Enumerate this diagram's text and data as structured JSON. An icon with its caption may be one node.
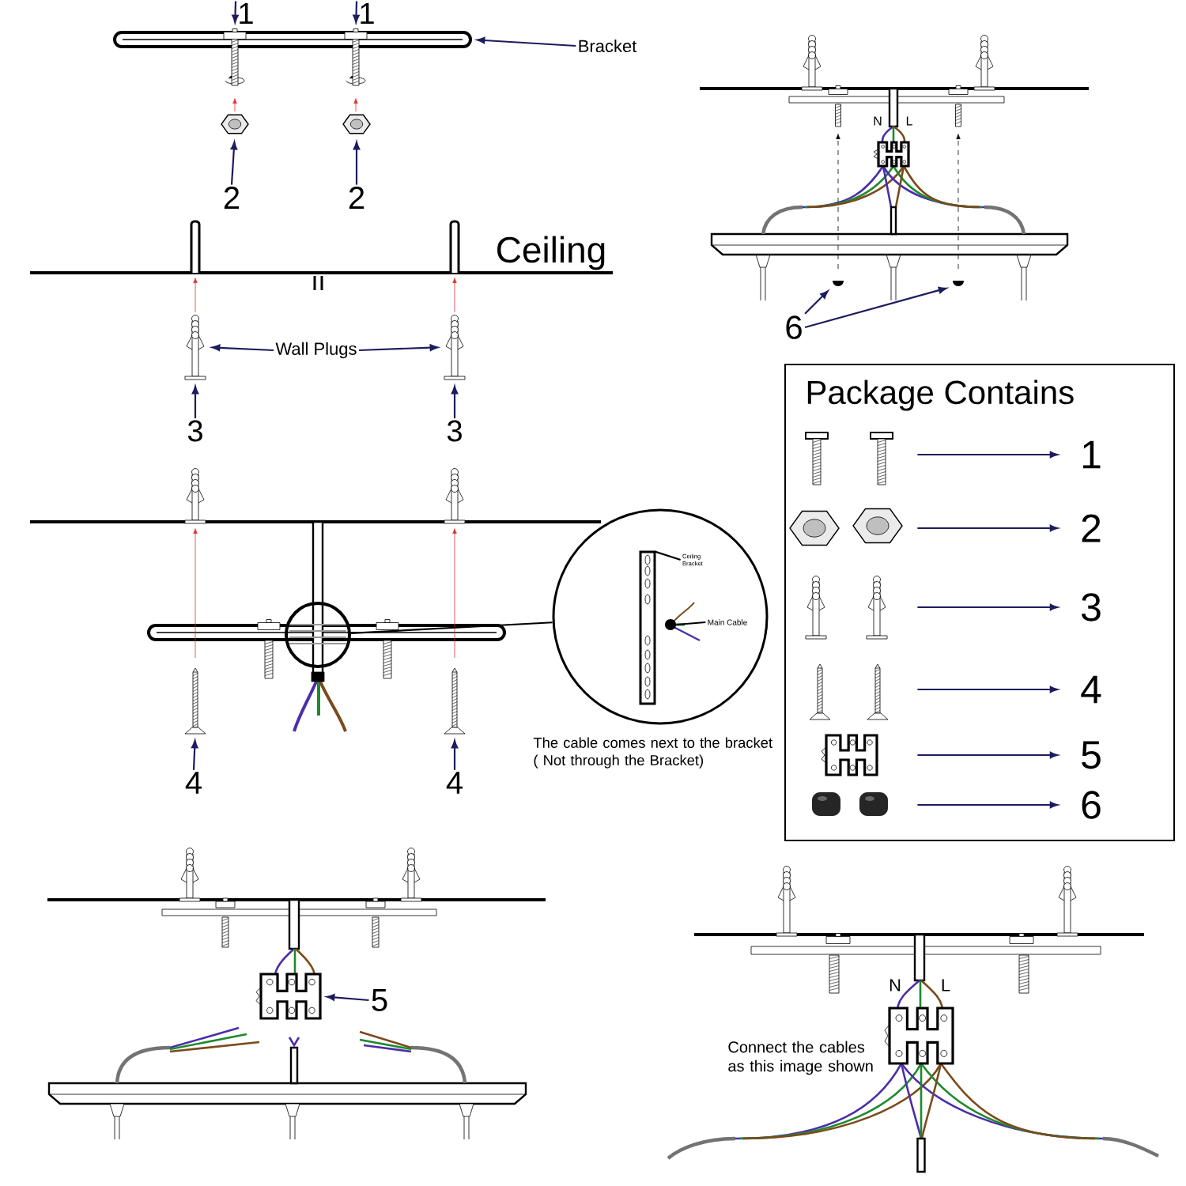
{
  "diagram": {
    "nodes": [
      {
        "text": [
          "1"
        ]
      },
      {
        "text": [
          "1"
        ]
      },
      {
        "text": [
          "Bracket"
        ]
      },
      {
        "text": [
          "2"
        ]
      },
      {
        "text": [
          "2"
        ]
      },
      {
        "text": [
          "3"
        ]
      },
      {
        "text": [
          "Wall Plugs"
        ]
      },
      {
        "text": [
          "3"
        ]
      },
      {
        "text": [],
        "shape": "circle"
      },
      {
        "text": [],
        "shape": "circle"
      },
      {
        "text": [
          "Ceiling Bracket"
        ],
        "in": 9
      },
      {
        "text": [
          "Main Cable"
        ],
        "in": 9
      },
      {
        "text": [
          "4"
        ]
      },
      {
        "text": [
          "4"
        ]
      },
      {
        "text": [
          "Package Contains"
        ]
      },
      {
        "text": [],
        "shape": "picture",
        "in": 14
      },
      {
        "text": [],
        "shape": "picture",
        "in": 14
      },
      {
        "text": [],
        "shape": "picture",
        "in": 14
      },
      {
        "text": [],
        "shape": "picture",
        "in": 14
      },
      {
        "text": [],
        "shape": "picture",
        "in": 14
      },
      {
        "text": [],
        "shape": "picture",
        "in": 14
      },
      {
        "text": [
          "1"
        ],
        "in": 14
      },
      {
        "text": [
          "2"
        ],
        "in": 14
      },
      {
        "text": [
          "3"
        ],
        "in": 14
      },
      {
        "text": [
          "4"
        ],
        "in": 14
      },
      {
        "text": [
          "5"
        ],
        "in": 14
      },
      {
        "text": [
          "6"
        ],
        "in": 14
      },
      {
        "text": [
          "6"
        ]
      },
      {
        "text": [
          "5"
        ]
      },
      {
        "text": [],
        "shape": "picture"
      },
      {
        "text": [],
        "shape": "picture"
      },
      {
        "text": [],
        "shape": "picture"
      },
      {
        "text": [],
        "shape": "picture"
      },
      {
        "text": [],
        "shape": "picture"
      },
      {
        "text": [],
        "shape": "picture"
      },
      {
        "text": [],
        "shape": "picture"
      },
      {
        "text": [],
        "shape": "picture"
      },
      {
        "text": [],
        "shape": "picture"
      },
      {
        "text": [],
        "shape": "picture"
      },
      {
        "text": [],
        "shape": "picture"
      },
      {
        "text": [],
        "shape": "picture"
      },
      {
        "text": [],
        "shape": "picture",
        "in": 9
      },
      {
        "text": [],
        "shape": "picture",
        "in": 9
      }
    ],
    "edges": [
      {
        "from": 0,
        "to": 30,
        "arrow": "to"
      },
      {
        "from": 1,
        "to": 31,
        "arrow": "to"
      },
      {
        "from": 2,
        "to": 29,
        "arrow": "to"
      },
      {
        "from": 3,
        "to": 32,
        "arrow": "to"
      },
      {
        "from": 4,
        "to": 33,
        "arrow": "to"
      },
      {
        "from": 5,
        "to": 34,
        "arrow": "to"
      },
      {
        "from": 6,
        "to": 34,
        "arrow": "to"
      },
      {
        "from": 6,
        "to": 35,
        "arrow": "to"
      },
      {
        "from": 7,
        "to": 35,
        "arrow": "to"
      },
      {
        "from": 8,
        "to": 9,
        "arrow": "none",
        "color": "#000000"
      },
      {
        "from": 10,
        "to": 41,
        "arrow": "none",
        "color": "#000000"
      },
      {
        "from": 11,
        "to": 42,
        "arrow": "none",
        "color": "#000000"
      },
      {
        "from": 12,
        "to": 36,
        "arrow": "to"
      },
      {
        "from": 13,
        "to": 37,
        "arrow": "to"
      },
      {
        "from": 15,
        "to": 21,
        "arrow": "to"
      },
      {
        "from": 16,
        "to": 22,
        "arrow": "to"
      },
      {
        "from": 17,
        "to": 23,
        "arrow": "to"
      },
      {
        "from": 18,
        "to": 24,
        "arrow": "to"
      },
      {
        "from": 19,
        "to": 25,
        "arrow": "to"
      },
      {
        "from": 20,
        "to": 26,
        "arrow": "to"
      },
      {
        "from": 27,
        "to": 38,
        "arrow": "to"
      },
      {
        "from": 27,
        "to": 39,
        "arrow": "to"
      },
      {
        "from": 28,
        "to": 40,
        "arrow": "to"
      }
    ],
    "labels": [
      "Ceiling",
      "N",
      "L",
      "N",
      "L",
      "Connect the cables as this image shown",
      "The cable comes next to the bracket ( Not through the Bracket)"
    ]
  }
}
